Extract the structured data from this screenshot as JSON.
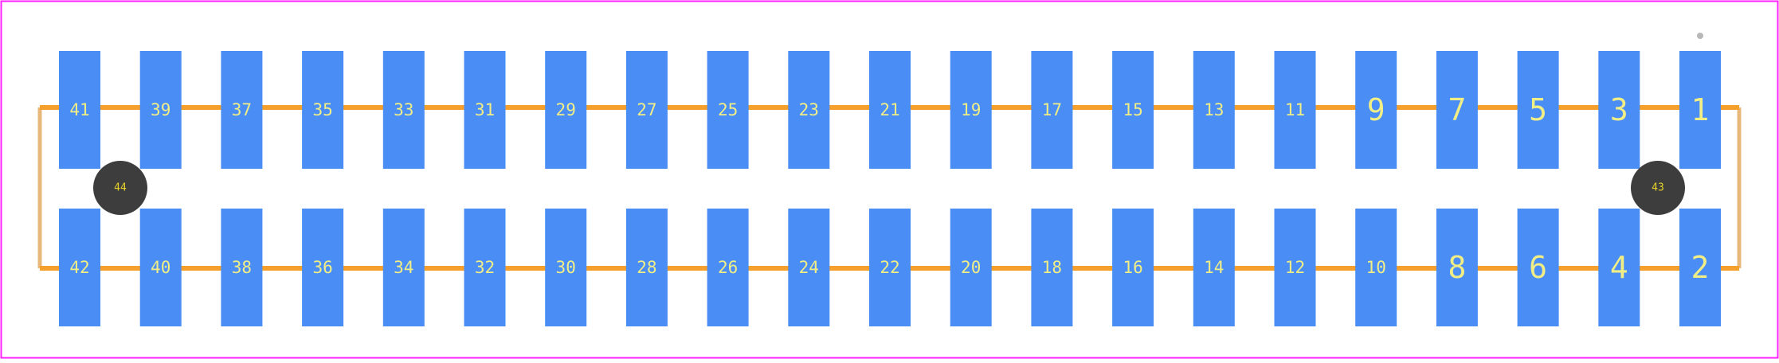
{
  "footprint": {
    "colors": {
      "background": "#ffffff",
      "board_border": "#ff22ff",
      "pad": "#4a8ef5",
      "pad_label": "#f2ee86",
      "outline_orange": "#f5a02c",
      "outline_tan": "#e8b87a",
      "mounting_hole": "#3d3d3d",
      "hole_label": "#e6d22a",
      "pin1_marker": "#b8b8b8"
    },
    "top_row_labels": [
      "41",
      "39",
      "37",
      "35",
      "33",
      "31",
      "29",
      "27",
      "25",
      "23",
      "21",
      "19",
      "17",
      "15",
      "13",
      "11",
      "9",
      "7",
      "5",
      "3",
      "1"
    ],
    "bottom_row_labels": [
      "42",
      "40",
      "38",
      "36",
      "34",
      "32",
      "30",
      "28",
      "26",
      "24",
      "22",
      "20",
      "18",
      "16",
      "14",
      "12",
      "10",
      "8",
      "6",
      "4",
      "2"
    ],
    "mounting_holes": [
      {
        "label": "44",
        "side": "left"
      },
      {
        "label": "43",
        "side": "right"
      }
    ]
  }
}
